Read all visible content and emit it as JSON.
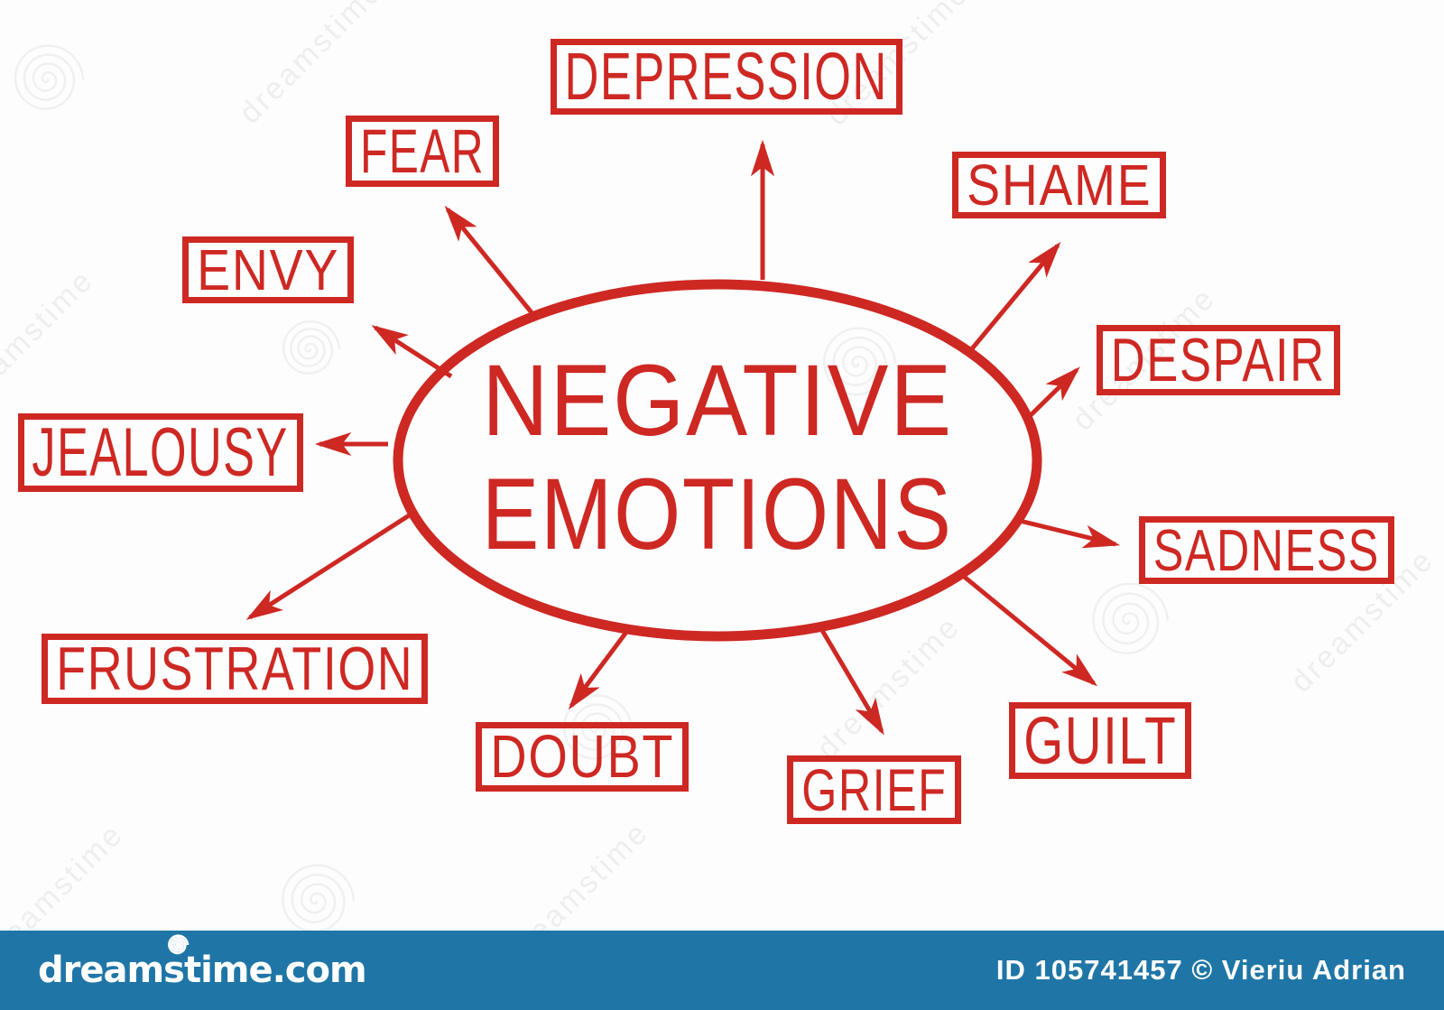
{
  "diagram": {
    "accent_red": "#ce2823",
    "center": {
      "line1": "NEGATIVE",
      "line2": "EMOTIONS"
    },
    "nodes": [
      {
        "id": "depression",
        "label": "DEPRESSION"
      },
      {
        "id": "fear",
        "label": "FEAR"
      },
      {
        "id": "envy",
        "label": "ENVY"
      },
      {
        "id": "jealousy",
        "label": "JEALOUSY"
      },
      {
        "id": "frustration",
        "label": "FRUSTRATION"
      },
      {
        "id": "doubt",
        "label": "DOUBT"
      },
      {
        "id": "grief",
        "label": "GRIEF"
      },
      {
        "id": "guilt",
        "label": "GUILT"
      },
      {
        "id": "sadness",
        "label": "SADNESS"
      },
      {
        "id": "despair",
        "label": "DESPAIR"
      },
      {
        "id": "shame",
        "label": "SHAME"
      }
    ],
    "edges_from_center": [
      "depression",
      "fear",
      "envy",
      "jealousy",
      "frustration",
      "doubt",
      "grief",
      "guilt",
      "sadness",
      "despair",
      "shame"
    ]
  },
  "watermark": {
    "brand": "dreamstime",
    "logo_text": "dreamstime.com",
    "credit": "ID 105741457 © Vieriu Adrian",
    "bar_blue": "#1f76a6"
  }
}
